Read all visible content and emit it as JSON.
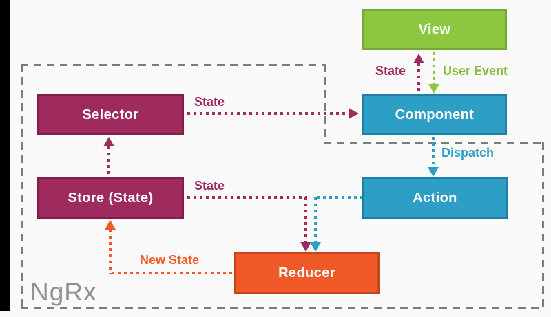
{
  "diagram": {
    "group_label": "NgRx",
    "nodes": {
      "view": "View",
      "component": "Component",
      "selector": "Selector",
      "store": "Store (State)",
      "action": "Action",
      "reducer": "Reducer"
    },
    "edge_labels": {
      "state_to_view": "State",
      "user_event": "User Event",
      "dispatch": "Dispatch",
      "state_to_component": "State",
      "state_to_reducer": "State",
      "new_state": "New State"
    },
    "colors": {
      "magenta": "#9E2A5E",
      "green": "#8DC63F",
      "blue": "#2D9EC6",
      "orange": "#F05A28",
      "dashed_boundary_gray": "#7C7C7C",
      "group_label_gray": "#909090",
      "background": "#FBFAFA",
      "letterbox": "#000000"
    }
  }
}
